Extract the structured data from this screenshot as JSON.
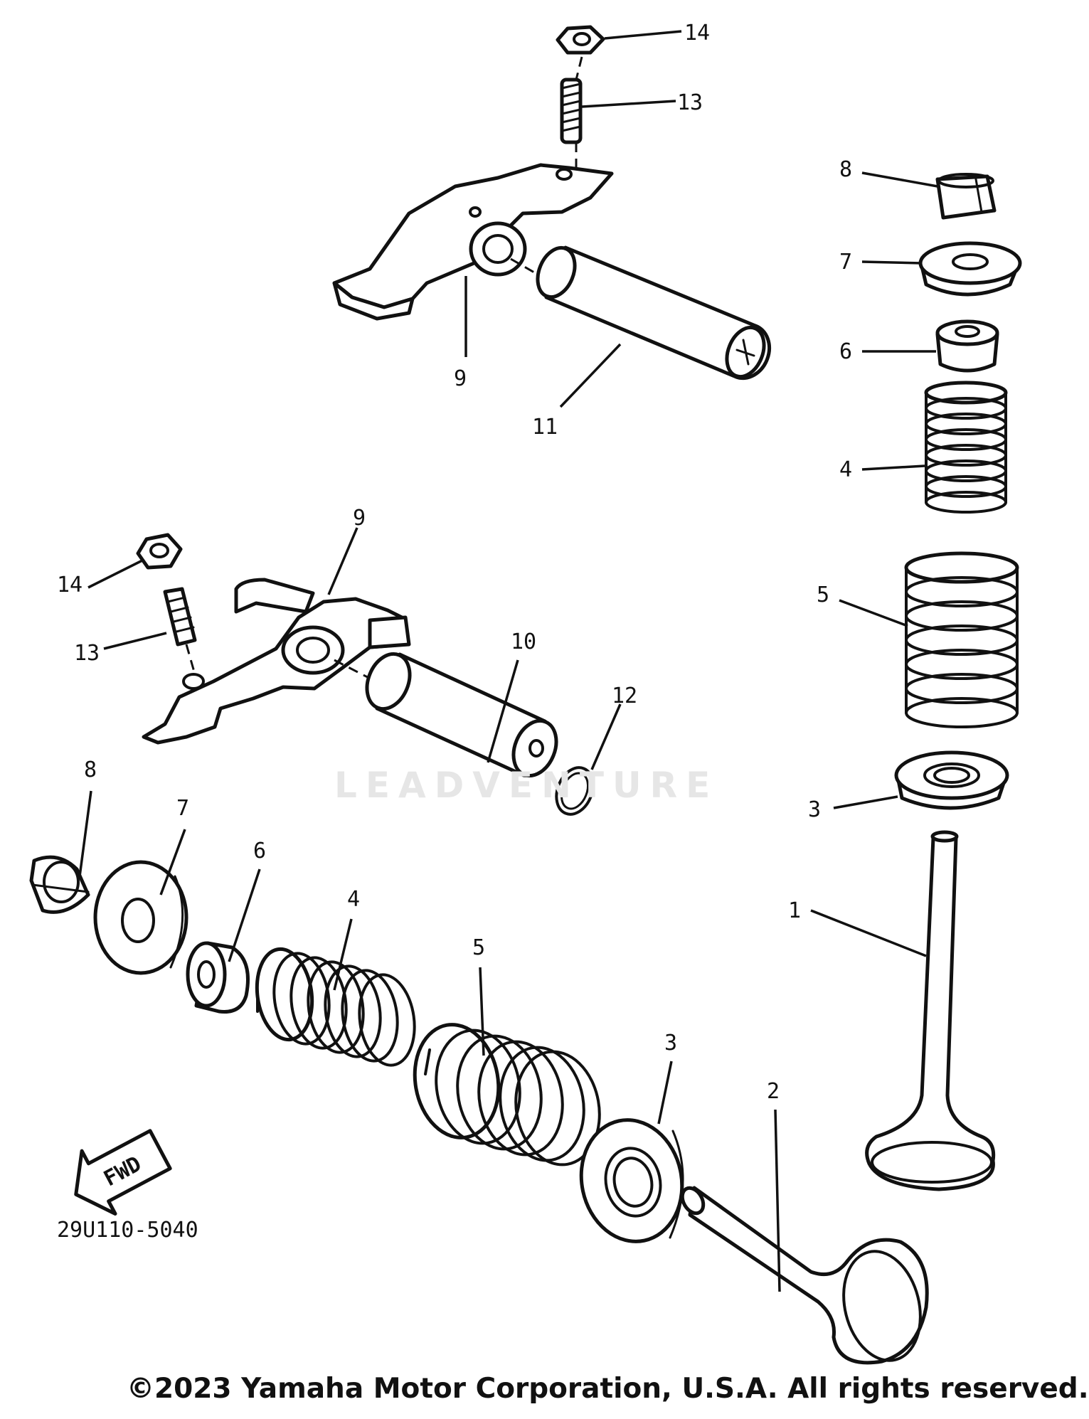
{
  "diagram": {
    "callouts": {
      "upper_14": "14",
      "upper_13": "13",
      "upper_9": "9",
      "upper_11": "11",
      "right_8": "8",
      "right_7": "7",
      "right_6": "6",
      "right_4": "4",
      "right_5": "5",
      "right_3": "3",
      "right_1": "1",
      "lower_9": "9",
      "lower_14": "14",
      "lower_13": "13",
      "lower_10": "10",
      "lower_12": "12",
      "lower_8": "8",
      "lower_7": "7",
      "lower_6": "6",
      "lower_4": "4",
      "lower_5": "5",
      "lower_3": "3",
      "lower_2": "2"
    },
    "fwd_label": "FWD",
    "reference_code": "29U110-5040",
    "watermark": "LEADVENTURE",
    "copyright": "©2023 Yamaha Motor Corporation, U.S.A. All rights reserved."
  }
}
